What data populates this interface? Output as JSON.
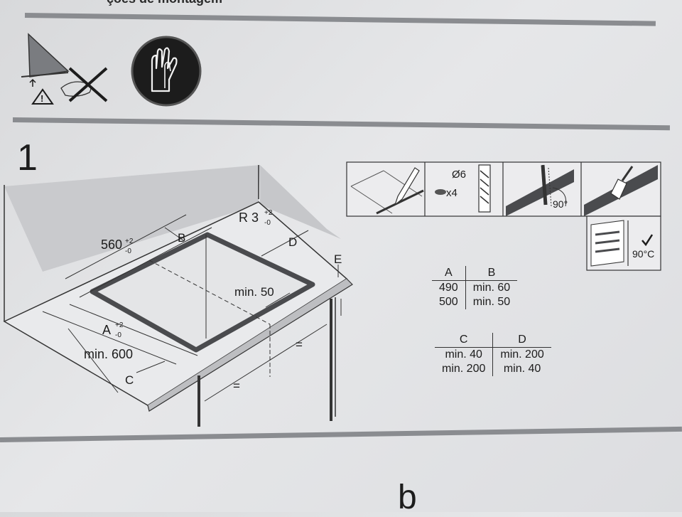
{
  "header": {
    "title_fragment": "ções de montagem"
  },
  "step": {
    "number": "1"
  },
  "diagram_labels": {
    "r": "R 3",
    "r_tol_plus": "+2",
    "r_tol_minus": "-0",
    "width": "560",
    "width_tol_plus": "+2",
    "width_tol_minus": "-0",
    "b": "B",
    "d": "D",
    "e": "E",
    "min50": "min. 50",
    "a": "A",
    "a_tol_plus": "+2",
    "a_tol_minus": "-0",
    "min600": "min. 600",
    "c": "C",
    "equal": "="
  },
  "tool_strip": {
    "drill_diameter": "Ø6",
    "count": "x4",
    "saw_angle": "90°",
    "temperature": "90°C"
  },
  "table_ab": {
    "headers": [
      "A",
      "B"
    ],
    "rows": [
      [
        "490",
        "min. 60"
      ],
      [
        "500",
        "min. 50"
      ]
    ]
  },
  "table_cd": {
    "headers": [
      "C",
      "D"
    ],
    "rows": [
      [
        "min. 40",
        "min. 200"
      ],
      [
        "min. 200",
        "min. 40"
      ]
    ]
  },
  "bottom": {
    "glyph": "b"
  }
}
